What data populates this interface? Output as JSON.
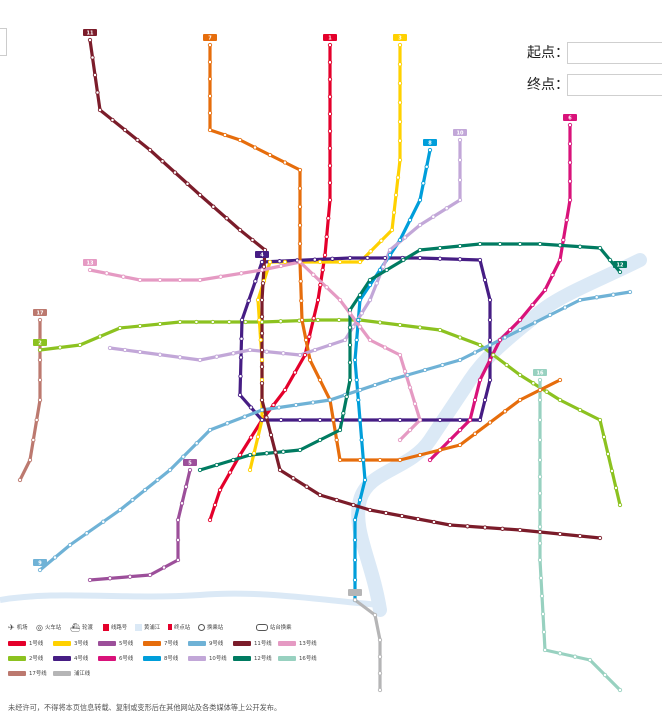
{
  "panel": {
    "start_label": "起点：",
    "end_label": "终点：",
    "start_value": "",
    "end_value": ""
  },
  "legend_symbols": [
    {
      "icon": "airplane-icon",
      "label": "机场"
    },
    {
      "icon": "train-icon",
      "label": "火车站"
    },
    {
      "icon": "ferry-icon",
      "label": "轮渡"
    },
    {
      "icon": "line-number-icon",
      "label": "线路号"
    },
    {
      "icon": "huangpu-river-icon",
      "label": "黄浦江"
    },
    {
      "icon": "terminal-flag-icon",
      "label": "终点站"
    },
    {
      "icon": "transfer-station-icon",
      "label": "换乘站"
    },
    {
      "icon": "cross-platform-icon",
      "label": "站台换乘"
    }
  ],
  "lines": [
    {
      "id": "1",
      "label": "1号线",
      "color": "#e4002b"
    },
    {
      "id": "3",
      "label": "3号线",
      "color": "#ffd100"
    },
    {
      "id": "5",
      "label": "5号线",
      "color": "#9c4f9a"
    },
    {
      "id": "7",
      "label": "7号线",
      "color": "#e66d0c"
    },
    {
      "id": "9",
      "label": "9号线",
      "color": "#6fb2d6"
    },
    {
      "id": "11",
      "label": "11号线",
      "color": "#7b1c2a"
    },
    {
      "id": "13",
      "label": "13号线",
      "color": "#e59ac3"
    },
    {
      "id": "2",
      "label": "2号线",
      "color": "#8cc220"
    },
    {
      "id": "4",
      "label": "4号线",
      "color": "#461d84"
    },
    {
      "id": "6",
      "label": "6号线",
      "color": "#d9127a"
    },
    {
      "id": "8",
      "label": "8号线",
      "color": "#009eda"
    },
    {
      "id": "10",
      "label": "10号线",
      "color": "#c2a7d8"
    },
    {
      "id": "12",
      "label": "12号线",
      "color": "#007b61"
    },
    {
      "id": "16",
      "label": "16号线",
      "color": "#98d1c0"
    },
    {
      "id": "17",
      "label": "17号线",
      "color": "#bc796f"
    },
    {
      "id": "pj",
      "label": "浦江线",
      "color": "#b5b5b6"
    }
  ],
  "river_color": "#dbe9f6",
  "disclaimer": "未经许可，不得将本页信息转载、复制或变形后在其他网站及各类媒体等上公开发布。"
}
